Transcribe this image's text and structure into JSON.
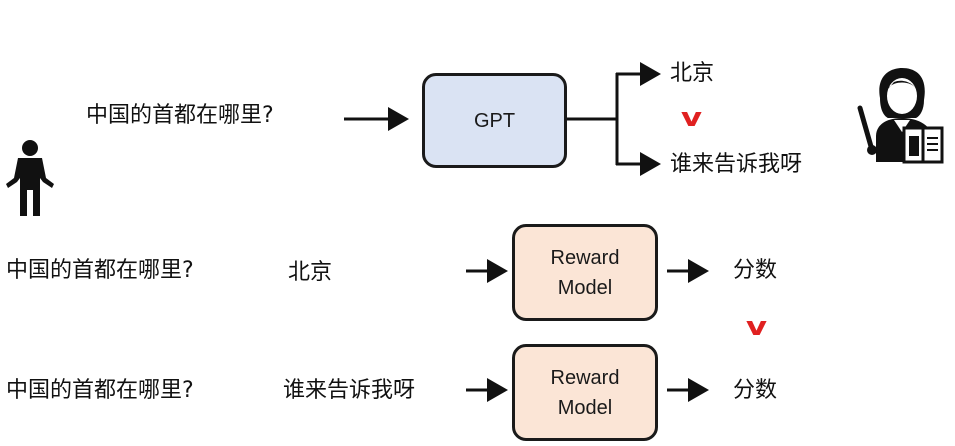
{
  "top": {
    "question": "中国的首都在哪里?",
    "model": "GPT",
    "answer_good": "北京",
    "answer_bad": "谁来告诉我呀",
    "preference_mark": "v",
    "user_icon": "person-icon",
    "labeler_icon": "teacher-icon"
  },
  "row1": {
    "question": "中国的首都在哪里?",
    "answer": "北京",
    "model_line1": "Reward",
    "model_line2": "Model",
    "output": "分数"
  },
  "row2": {
    "question": "中国的首都在哪里?",
    "answer": "谁来告诉我呀",
    "model_line1": "Reward",
    "model_line2": "Model",
    "output": "分数"
  },
  "score_preference_mark": "v",
  "colors": {
    "gpt_box": "#dae3f3",
    "reward_box": "#fbe5d6",
    "mark": "#e02020"
  }
}
